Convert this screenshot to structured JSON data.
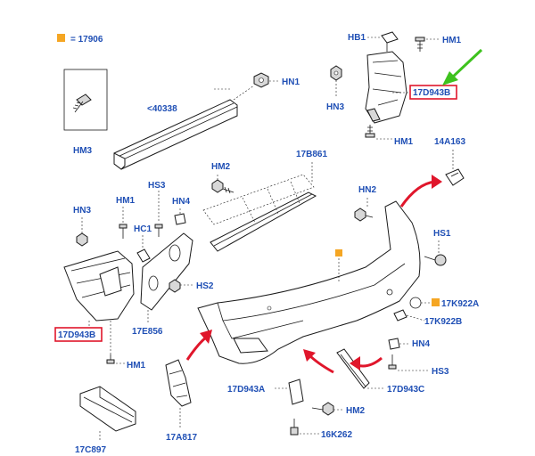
{
  "legend": {
    "color": "#f5a623",
    "text": "= 17906"
  },
  "labels": {
    "hm3": "HM3",
    "n40338": "<40338",
    "hn1_top": "HN1",
    "hb1": "HB1",
    "hm1_top": "HM1",
    "hn3_right": "HN3",
    "p17d943b_right": "17D943B",
    "hm1_right": "HM1",
    "p14a163": "14A163",
    "hm2_mid": "HM2",
    "p17b861": "17B861",
    "hn2": "HN2",
    "hs1": "HS1",
    "hn3_left": "HN3",
    "hm1_left": "HM1",
    "hs3_left": "HS3",
    "hn4_left": "HN4",
    "hc1": "HC1",
    "hs2": "HS2",
    "p17d943b_left": "17D943B",
    "p17e856": "17E856",
    "hm1_bottom": "HM1",
    "p17k922a": "17K922A",
    "p17k922b": "17K922B",
    "hn4_right": "HN4",
    "hs3_right": "HS3",
    "p17d943a": "17D943A",
    "p17d943c": "17D943C",
    "hm2_bottom": "HM2",
    "p16k262": "16K262",
    "p17c897": "17C897",
    "p17a817": "17A817"
  },
  "colors": {
    "label": "#1f4fb5",
    "highlight": "#e0162b",
    "arrow_red": "#e0162b",
    "arrow_green": "#3ec21e",
    "orange_marker": "#f5a623"
  }
}
